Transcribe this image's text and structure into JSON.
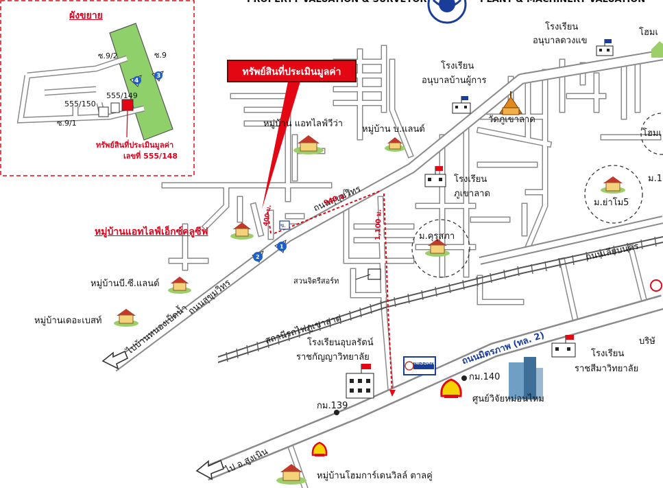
{
  "header": {
    "left": "PROPERTY VALUATION & SURVEYOR",
    "right": "PLANT & MACHINERY VALUATION"
  },
  "inset": {
    "title": "ผังขยาย",
    "soi_9_2": "ซ.9/2",
    "soi_9": "ซ.9",
    "soi_9_1": "ซ.9/1",
    "plot_555_149": "555/149",
    "plot_555_150": "555/150",
    "marker_4": "4",
    "marker_3": "3",
    "property_line1": "ทรัพย์สินที่ประเมินมูลค่า",
    "property_line2": "เลขที่ 555/148"
  },
  "callout": "ทรัพย์สินที่ประเมินมูลค่า",
  "labels": {
    "school_anuban_duangkhae_1": "โรงเรียน",
    "school_anuban_duangkhae_2": "อนุบาลดวงแข",
    "home_top_right": "โฮมเ",
    "school_anuban_baanphukan_1": "โรงเรียน",
    "school_anuban_baanphukan_2": "อนุบาลบ้านผู้การ",
    "wat_phukhaolat": "วัดภูเขาลาด",
    "village_atlife_viva": "หมู่บ้าน แอทไลฟ์วีว่า",
    "village_bp_land": "หมู่บ้าน บ.แลนด์",
    "home_right_mid": "โฮมเ",
    "school_phukhaolat_1": "โรงเรียน",
    "school_phukhaolat_2": "ภูเขาลาด",
    "m_yamo5": "ม.ย่าโม5",
    "m_right": "ม.1",
    "road_sukhumvit_top": "ถนนสุขุมวิทร",
    "dist_940": "940 ม.",
    "dist_400": "400 ม.",
    "dist_1100": "1,100 ม.",
    "village_atlife_x": "หมู่บ้านแอทไลฟ์เอ็กซ์คลูซีฟ",
    "m_khurusapa": "ม.คุรุสภา",
    "road_lianakhon": "ถนนเลียบนคร",
    "village_bc_land": "หมู่บ้านบี.ซี.แลนด์",
    "suan_chitri": "สวนจิตรีสอร์ท",
    "village_the_base": "หมู่บ้านเดอะเบสท์",
    "road_sukhumvit_low": "ถนนสุขุมวิทร",
    "to_nongplian": "ไปบ้านหนองเป็ดน้ำ",
    "station_phukhaolat": "สถานีรถไฟภูเขาลาด",
    "road_mittraphap": "ถนนมิตรภาพ (ทล. 2)",
    "company_right": "บริษั",
    "school_ubonrat_1": "โรงเรียนอุบลรัตน์",
    "school_ubonrat_2": "ราชกัญญาวิทยาลัย",
    "nissan": "NISSAN",
    "km140": "กม.140",
    "school_ratsima_1": "โรงเรียน",
    "school_ratsima_2": "ราชสีมาวิทยาลัย",
    "tower_center": "ศูนย์วิจัยหม่อนไหม",
    "km139": "กม.139",
    "to_sungnoen": "ไป อ.สูงเนิน",
    "village_home_garden": "หมู่บ้านโฮมการ์เดนวิลล์ ตาลคู่",
    "marker_1": "1",
    "marker_2": "2",
    "sign_small": "ซ."
  },
  "colors": {
    "accent_red": "#e30613",
    "road": "#7f7f7f",
    "road_fill": "#ffffff",
    "green_road": "#8fd06b",
    "marker_blue": "#1f5fc6",
    "text_blue": "#1a3d9a"
  },
  "icons": [
    "globe-logo-icon",
    "school-icon",
    "house-icon",
    "temple-icon",
    "nissan-logo-icon",
    "shell-logo-icon",
    "tower-icon",
    "train-track-icon",
    "arrow-left-icon",
    "location-marker-icon"
  ]
}
